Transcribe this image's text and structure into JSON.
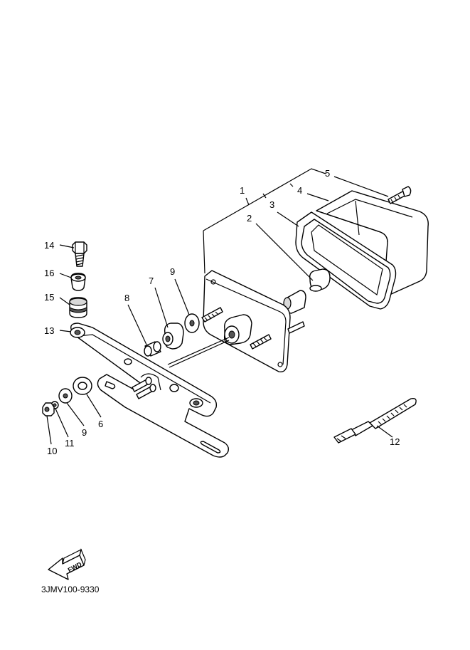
{
  "callouts": {
    "c1": "1",
    "c2": "2",
    "c3": "3",
    "c4": "4",
    "c5": "5",
    "c6": "6",
    "c7": "7",
    "c8": "8",
    "c9a": "9",
    "c9b": "9",
    "c10": "10",
    "c11": "11",
    "c12": "12",
    "c13": "13",
    "c14": "14",
    "c15": "15",
    "c16": "16"
  },
  "direction_arrow": {
    "label": "FWD",
    "icon": "fwd-arrow-icon"
  },
  "diagram_code": "3JMV100-9330"
}
